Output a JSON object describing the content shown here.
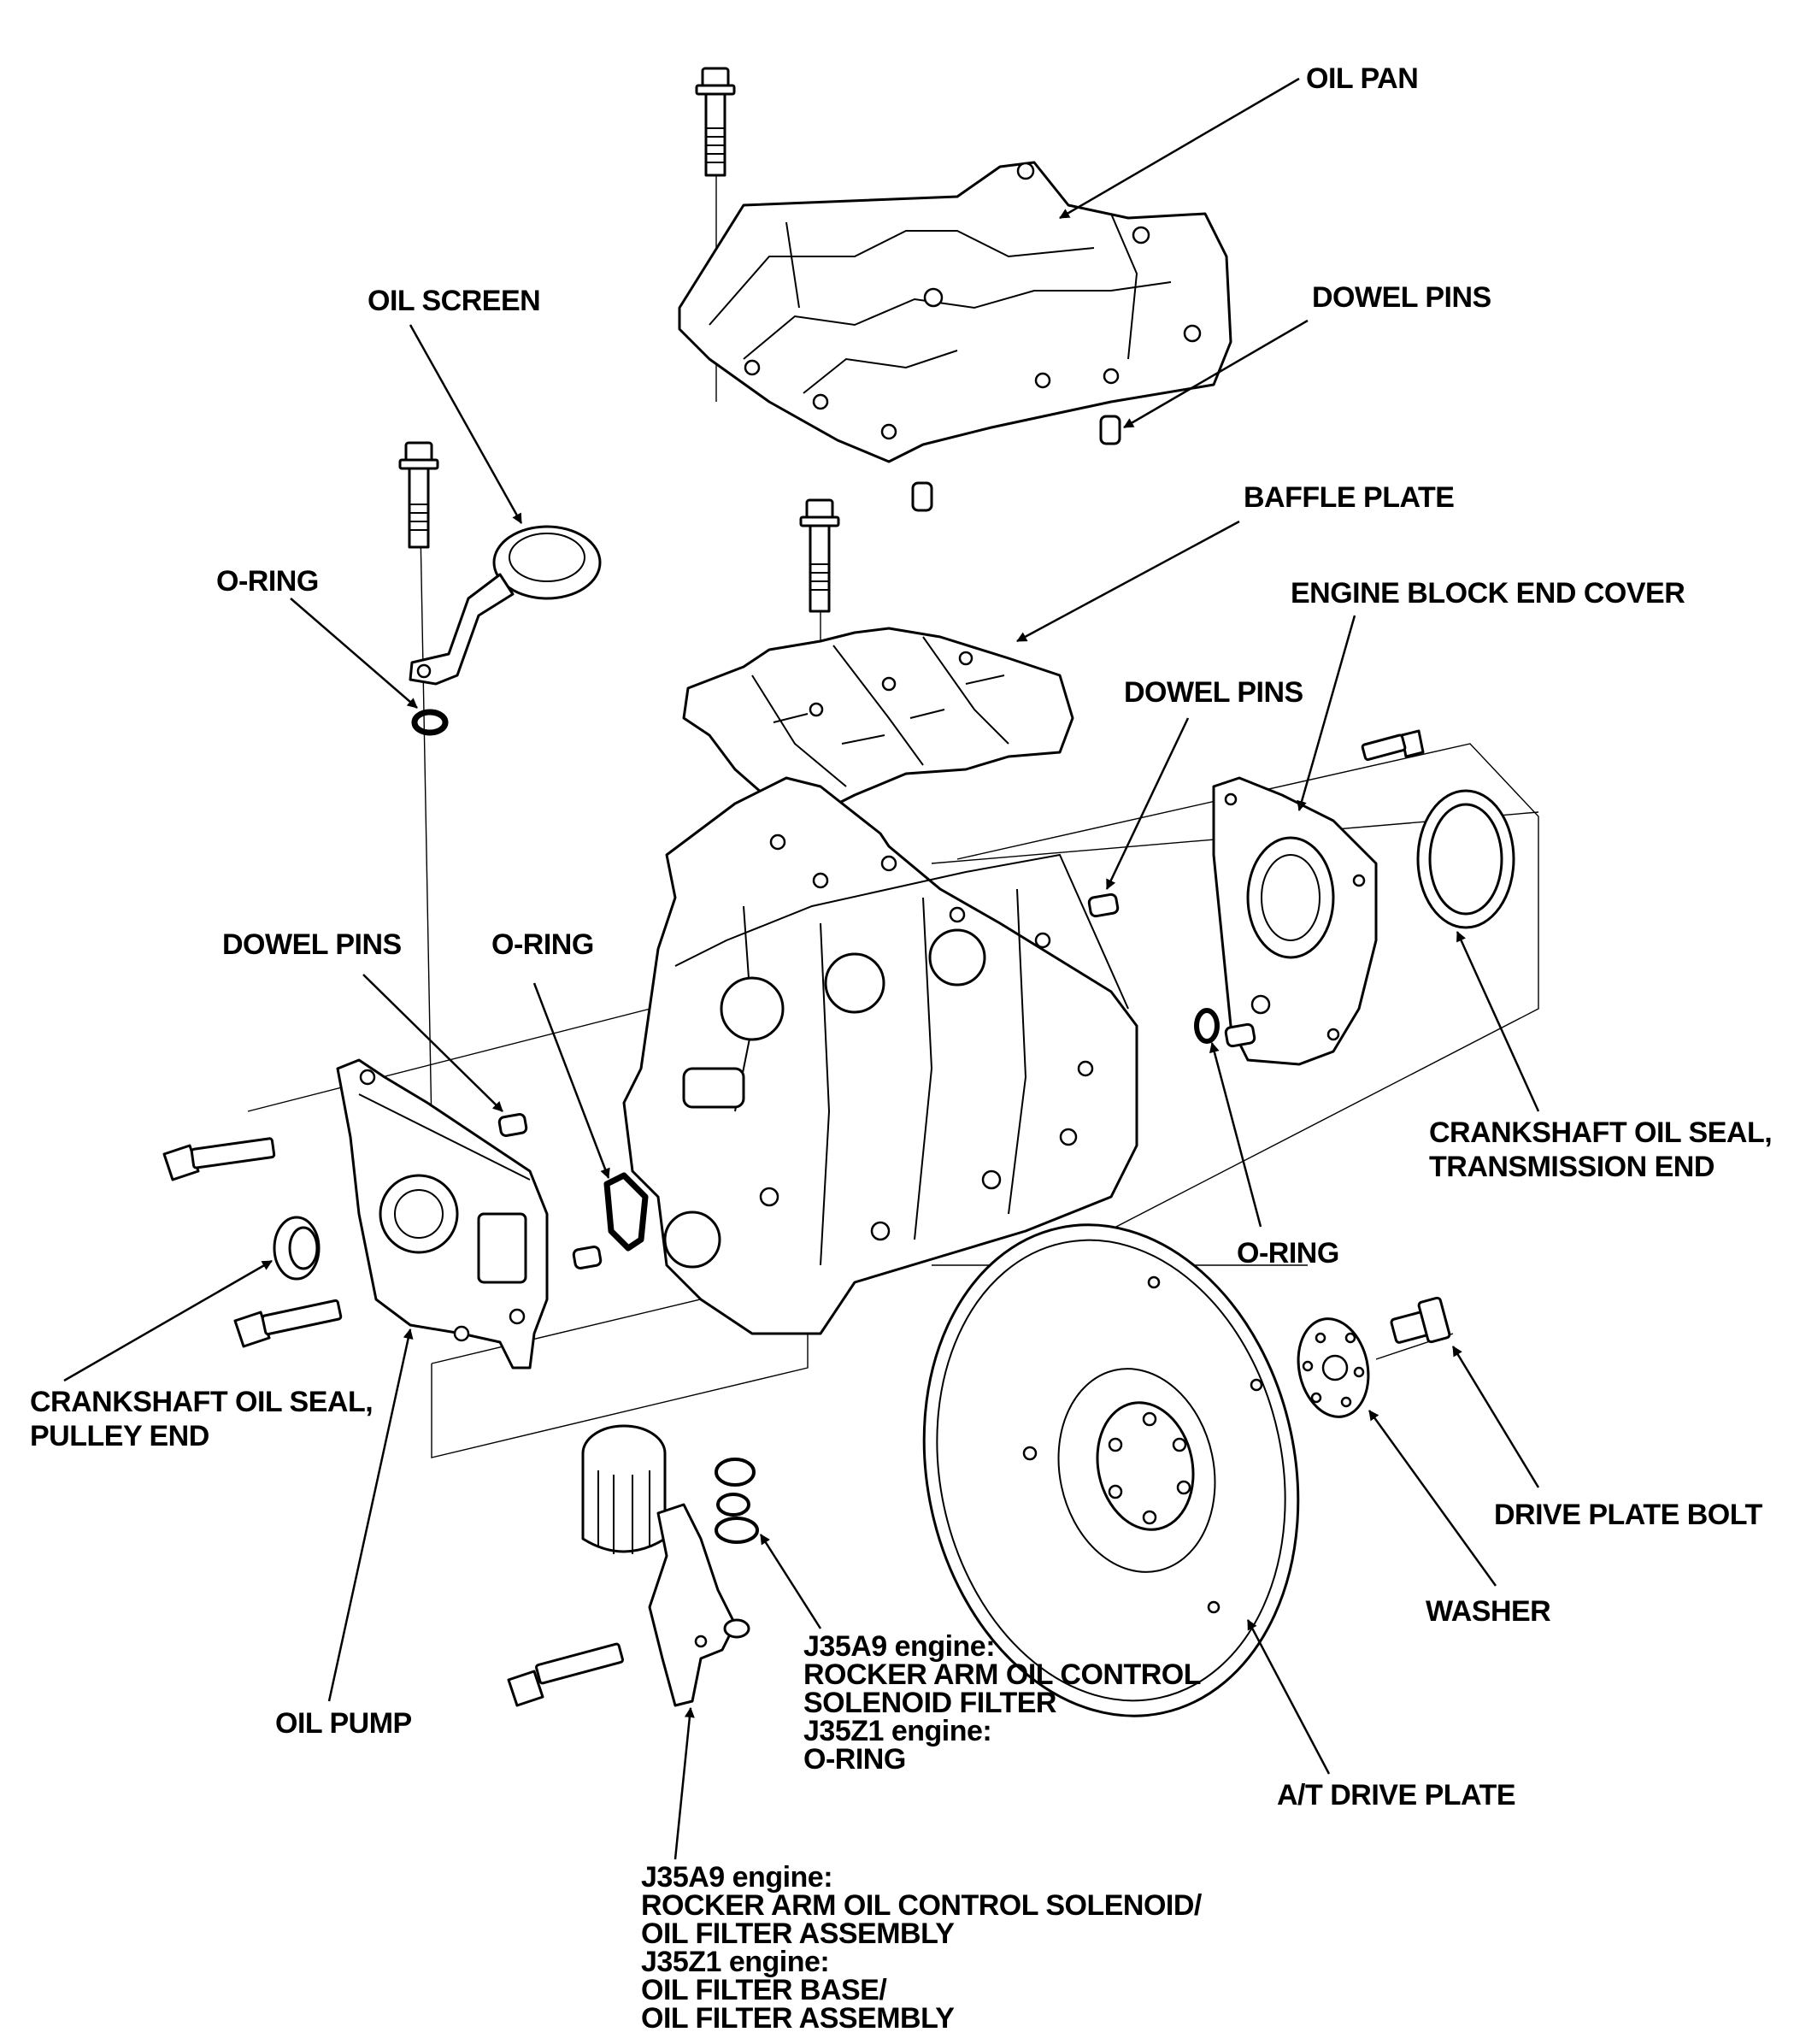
{
  "labels": {
    "oil_pan": "OIL PAN",
    "dowel_pins_top": "DOWEL PINS",
    "oil_screen": "OIL SCREEN",
    "baffle_plate": "BAFFLE PLATE",
    "o_ring_screen": "O-RING",
    "engine_block_end_cover": "ENGINE BLOCK END COVER",
    "dowel_pins_right": "DOWEL PINS",
    "dowel_pins_left": "DOWEL PINS",
    "o_ring_center": "O-RING",
    "crankshaft_seal_trans": [
      "CRANKSHAFT OIL SEAL,",
      "TRANSMISSION END"
    ],
    "o_ring_right": "O-RING",
    "crankshaft_seal_pulley": [
      "CRANKSHAFT OIL SEAL,",
      "PULLEY END"
    ],
    "drive_plate_bolt": "DRIVE PLATE BOLT",
    "washer": "WASHER",
    "oil_pump": "OIL PUMP",
    "solenoid_filter": [
      "J35A9 engine:",
      "ROCKER ARM OIL CONTROL",
      "SOLENOID FILTER",
      "J35Z1 engine:",
      "O-RING"
    ],
    "at_drive_plate": "A/T DRIVE PLATE",
    "filter_assembly": [
      "J35A9 engine:",
      "ROCKER ARM OIL CONTROL SOLENOID/",
      "OIL FILTER ASSEMBLY",
      "J35Z1 engine:",
      "OIL FILTER BASE/",
      "OIL FILTER ASSEMBLY"
    ]
  },
  "icons": {
    "oil_pan": "oil-pan-icon",
    "baffle_plate": "baffle-plate-icon",
    "engine_block": "engine-block-icon",
    "oil_pump": "oil-pump-icon",
    "drive_plate": "drive-plate-icon",
    "oil_filter": "oil-filter-icon",
    "bolt": "bolt-icon",
    "dowel_pin": "dowel-pin-icon",
    "o_ring": "o-ring-icon",
    "seal": "oil-seal-icon",
    "washer": "washer-icon"
  },
  "colors": {
    "ink": "#000000",
    "paper": "#ffffff"
  }
}
